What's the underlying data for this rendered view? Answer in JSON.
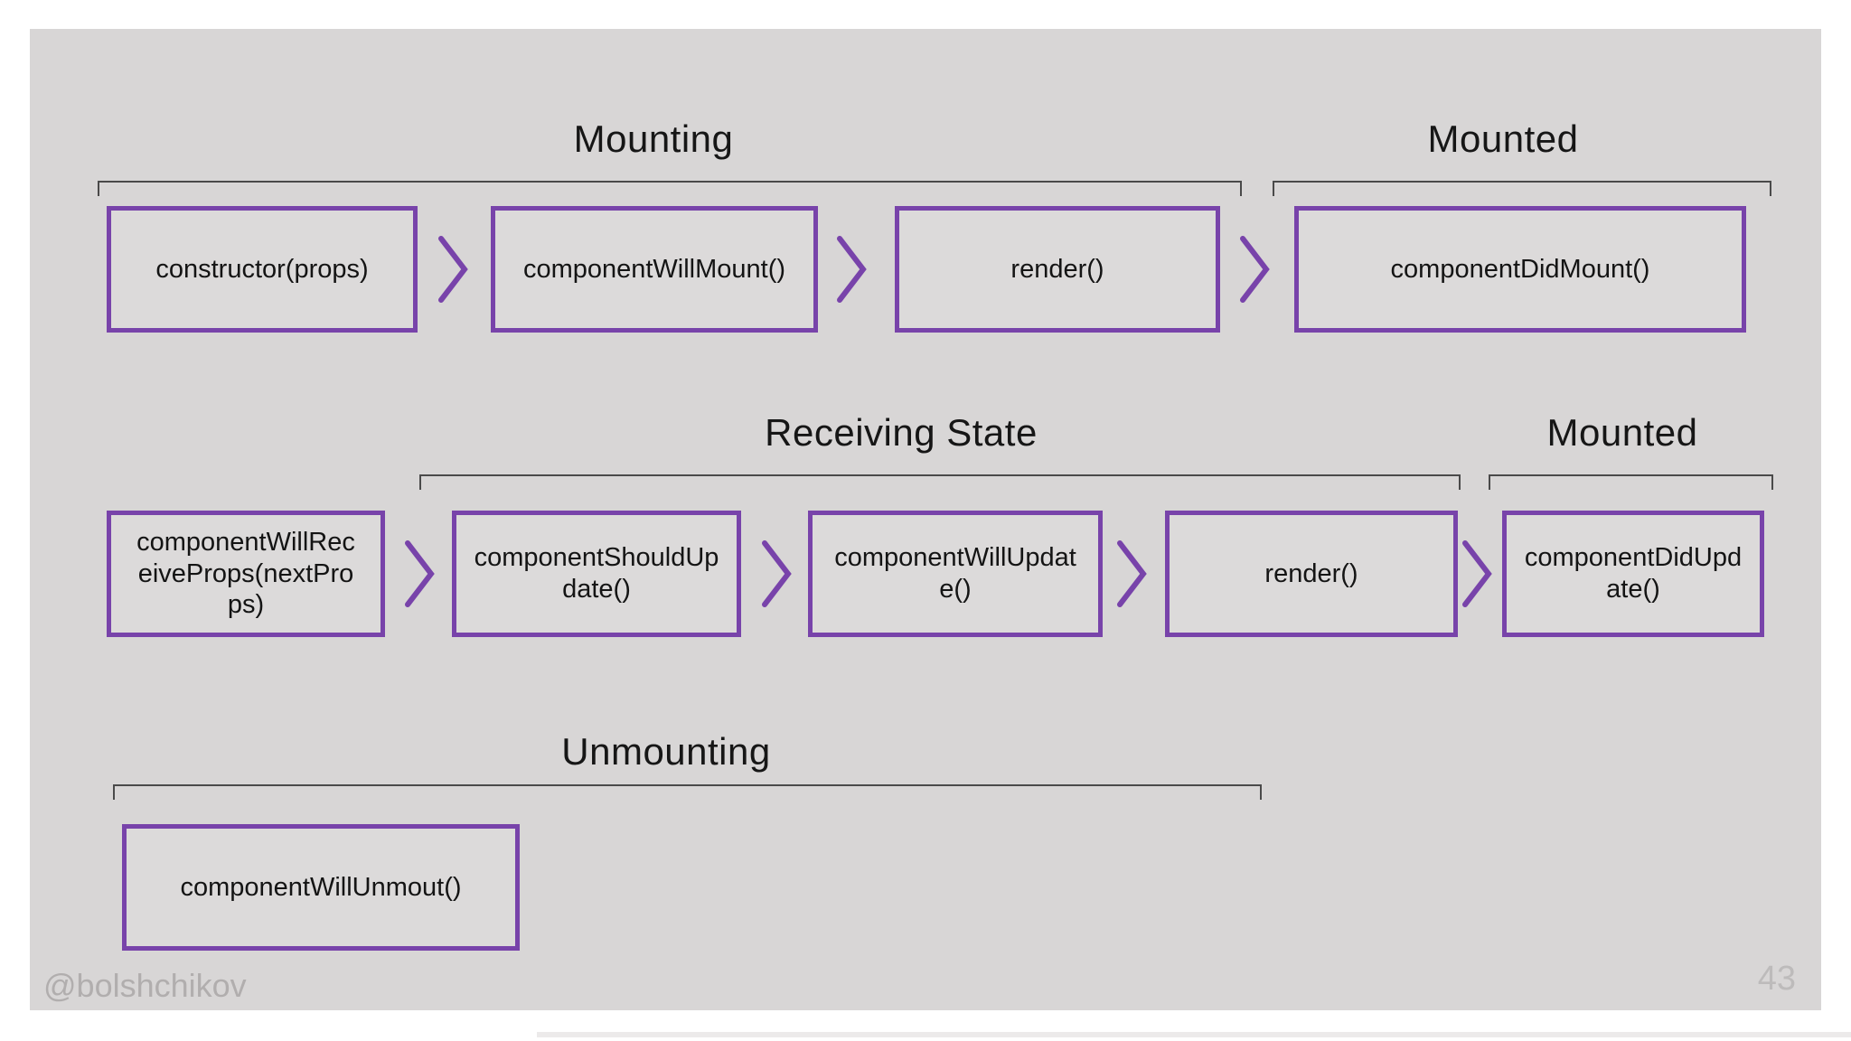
{
  "colors": {
    "accent_purple": "#7843aa",
    "slide_background": "#d8d6d6",
    "box_fill": "#dcdada",
    "bracket_line": "#4a4a4a",
    "footer_text": "#b1aeae"
  },
  "diagram": {
    "rows": [
      {
        "groups": [
          {
            "title": "Mounting"
          },
          {
            "title": "Mounted"
          }
        ],
        "boxes": [
          {
            "label": "constructor(props)"
          },
          {
            "label": "componentWillMount()"
          },
          {
            "label": "render()"
          },
          {
            "label": "componentDidMount()"
          }
        ]
      },
      {
        "groups": [
          {
            "title": "Receiving State"
          },
          {
            "title": "Mounted"
          }
        ],
        "boxes": [
          {
            "label": "componentWillReceiveProps(nextProps)"
          },
          {
            "label": "componentShouldUpdate()"
          },
          {
            "label": "componentWillUpdate()"
          },
          {
            "label": "render()"
          },
          {
            "label": "componentDidUpdate()"
          }
        ]
      },
      {
        "groups": [
          {
            "title": "Unmounting"
          }
        ],
        "boxes": [
          {
            "label": "componentWillUnmout()"
          }
        ]
      }
    ]
  },
  "footer": {
    "handle": "@bolshchikov",
    "page_number": "43"
  }
}
